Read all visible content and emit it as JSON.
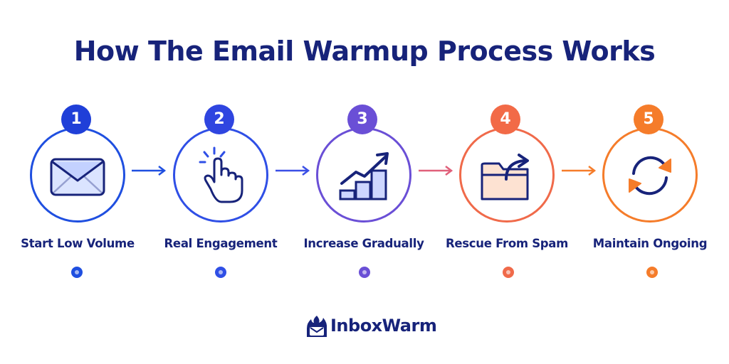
{
  "title": "How The Email Warmup Process Works",
  "steps": [
    {
      "number": "1",
      "label": "Start Low Volume",
      "icon": "envelope-icon",
      "color": "#1f4fe0"
    },
    {
      "number": "2",
      "label": "Real Engagement",
      "icon": "hand-pointer-icon",
      "color": "#2f4fe6"
    },
    {
      "number": "3",
      "label": "Increase Gradually",
      "icon": "growth-chart-icon",
      "color": "#6a4fd6"
    },
    {
      "number": "4",
      "label": "Rescue From Spam",
      "icon": "folder-arrow-icon",
      "color": "#f06a4a"
    },
    {
      "number": "5",
      "label": "Maintain Ongoing",
      "icon": "refresh-cycle-icon",
      "color": "#f57c2a"
    }
  ],
  "brand": {
    "name": "InboxWarm",
    "color": "#17237a"
  },
  "colors": {
    "title": "#17237a",
    "blue": "#1f4fe0",
    "purple": "#6a4fd6",
    "orange": "#f57c2a"
  }
}
